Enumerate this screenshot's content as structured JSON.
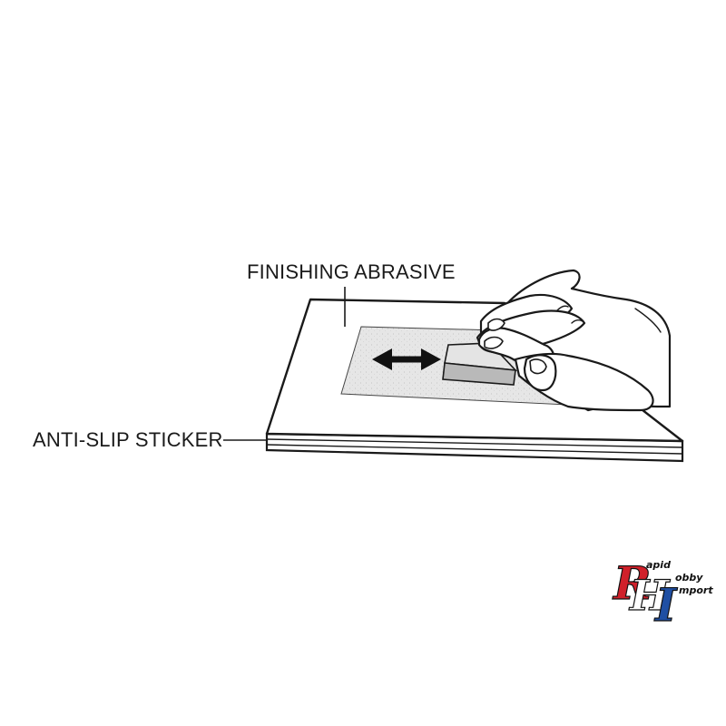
{
  "labels": {
    "finishing_abrasive": "FINISHING ABRASIVE",
    "anti_slip_sticker": "ANTI-SLIP STICKER"
  },
  "logo": {
    "letters": [
      "R",
      "H",
      "I"
    ],
    "words": [
      "apid",
      "obby",
      "mport"
    ],
    "colors": {
      "red": "#d0202a",
      "blue": "#1f4fa3",
      "outline": "#111111"
    }
  },
  "colors": {
    "line": "#1a1a1a",
    "abrasive": "#e6e6e6",
    "block_top": "#e2e2e2",
    "block_side": "#b9b9b9"
  },
  "icons": [
    "double-arrow-icon",
    "hand-illustration",
    "logo-mark"
  ]
}
